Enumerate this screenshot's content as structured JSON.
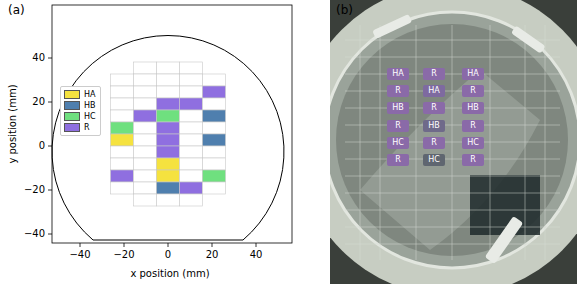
{
  "diagram": {
    "nodes": [
      {
        "text": [
          "HA"
        ]
      },
      {
        "text": [
          "R"
        ]
      },
      {
        "text": [
          "HA"
        ]
      },
      {
        "text": [
          "R"
        ]
      },
      {
        "text": [
          "HA"
        ]
      },
      {
        "text": [
          "R"
        ]
      },
      {
        "text": [
          "HB"
        ]
      },
      {
        "text": [
          "R"
        ]
      },
      {
        "text": [
          "HB"
        ]
      },
      {
        "text": [
          "R"
        ]
      },
      {
        "text": [
          "HB"
        ]
      },
      {
        "text": [
          "R"
        ]
      },
      {
        "text": [
          "HC"
        ]
      },
      {
        "text": [
          "R"
        ]
      },
      {
        "text": [
          "HC"
        ]
      },
      {
        "text": [
          "R"
        ]
      },
      {
        "text": [
          "HC"
        ]
      },
      {
        "text": [
          "R"
        ]
      }
    ],
    "labels": [
      "(a)",
      "(b)",
      "40",
      "20",
      "0",
      "−20",
      "−40",
      "−40",
      "−20",
      "0",
      "20",
      "40",
      "x position (mm)",
      "y position (mm)"
    ],
    "legend": [
      {
        "text": "HA",
        "color": "#f5e23f"
      },
      {
        "text": "HB",
        "color": "#4f7fae"
      },
      {
        "text": "HC",
        "color": "#6fe07f"
      },
      {
        "text": "R",
        "color": "#8f6fe0"
      }
    ]
  }
}
